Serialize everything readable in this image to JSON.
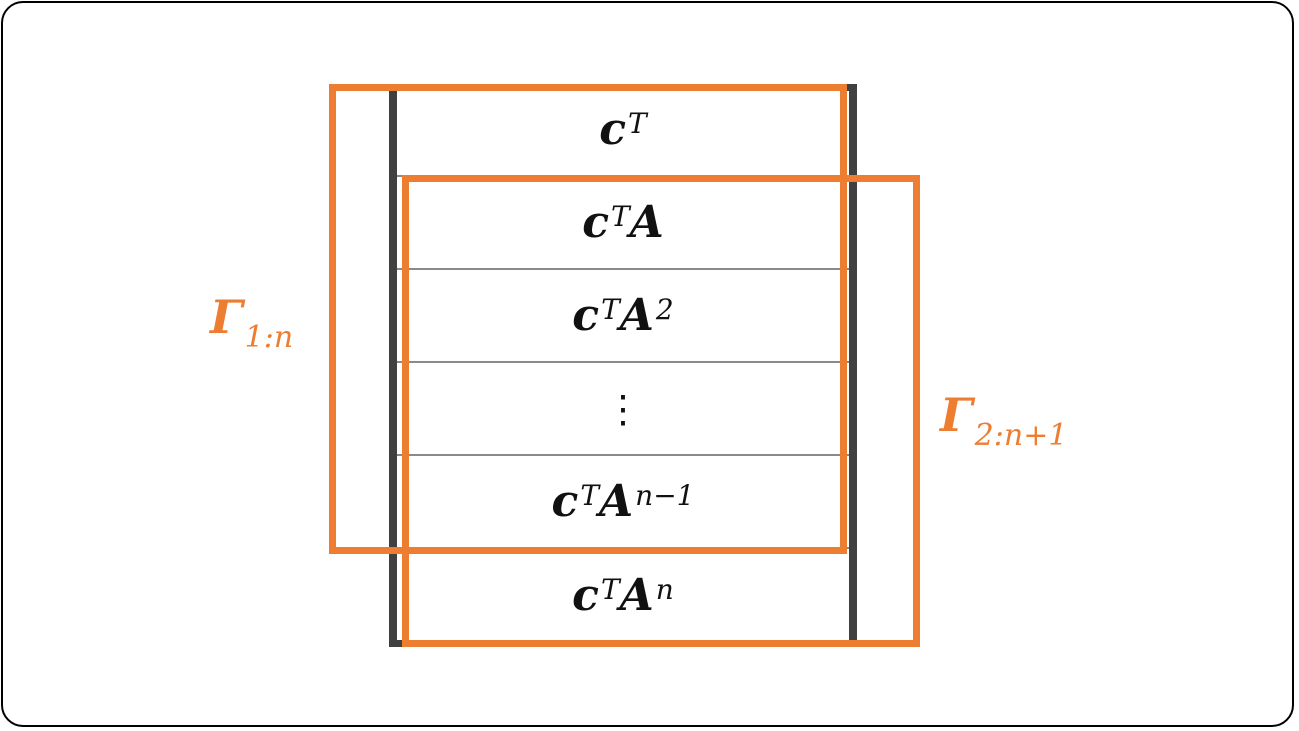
{
  "rows": [
    {
      "base": "c",
      "sup1": "T",
      "mat": "",
      "sup2": ""
    },
    {
      "base": "c",
      "sup1": "T",
      "mat": "A",
      "sup2": ""
    },
    {
      "base": "c",
      "sup1": "T",
      "mat": "A",
      "sup2": "2"
    },
    {
      "ellipsis": "⋮"
    },
    {
      "base": "c",
      "sup1": "T",
      "mat": "A",
      "sup2": "n−1"
    },
    {
      "base": "c",
      "sup1": "T",
      "mat": "A",
      "sup2": "n"
    }
  ],
  "labels": {
    "gamma1": {
      "symbol": "Γ",
      "sub": "1:n"
    },
    "gamma2": {
      "symbol": "Γ",
      "sub": "2:n+1"
    }
  },
  "colors": {
    "highlight": "#ED7D31",
    "bracket": "#404040",
    "separator": "#8a8a8a"
  }
}
